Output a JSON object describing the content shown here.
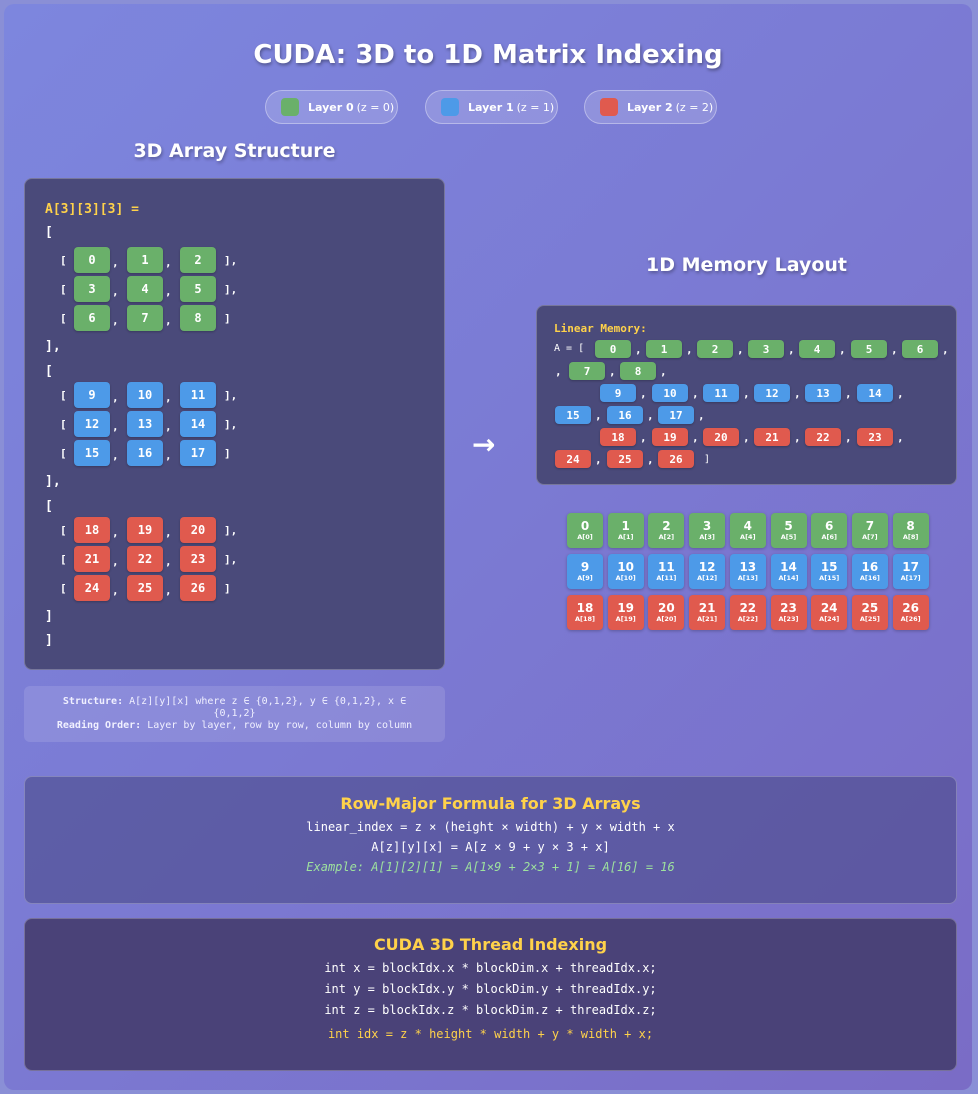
{
  "title": "CUDA: 3D to 1D Matrix Indexing",
  "colors": {
    "layer0": "#6ab06a",
    "layer1": "#4d9ae8",
    "layer2": "#e05a4e",
    "accent": "#ffd24a",
    "example": "#9ee29e"
  },
  "legend": [
    {
      "bold": "Layer 0",
      "rest": "(z = 0)"
    },
    {
      "bold": "Layer 1",
      "rest": "(z = 1)"
    },
    {
      "bold": "Layer 2",
      "rest": "(z = 2)"
    }
  ],
  "array_section": {
    "title": "3D Array Structure",
    "declaration": "A[3][3][3] =",
    "open_bracket": "[",
    "close_bracket": "]",
    "layer_close": "],",
    "row_open": "[",
    "row_close_comma": "],",
    "row_close": "]",
    "sep": ",",
    "layers": [
      [
        [
          0,
          1,
          2
        ],
        [
          3,
          4,
          5
        ],
        [
          6,
          7,
          8
        ]
      ],
      [
        [
          9,
          10,
          11
        ],
        [
          12,
          13,
          14
        ],
        [
          15,
          16,
          17
        ]
      ],
      [
        [
          18,
          19,
          20
        ],
        [
          21,
          22,
          23
        ],
        [
          24,
          25,
          26
        ]
      ]
    ]
  },
  "structure_note": {
    "label1": "Structure:",
    "text1a": "A[z][y][x] where z ∈ {0,1,2}, y ∈ {0,1,2}, x ∈",
    "text1b": "{0,1,2}",
    "label2": "Reading Order:",
    "text2": "Layer by layer, row by row, column by column"
  },
  "arrow": "→",
  "memory_section": {
    "title": "1D Memory Layout",
    "label": "Linear Memory:",
    "prefix": "A = [",
    "suffix": "]",
    "sep": ","
  },
  "grid_prefix": "A[",
  "grid_suffix": "]",
  "formula_box": {
    "title": "Row-Major Formula for 3D Arrays",
    "line1": "linear_index = z × (height × width) + y × width + x",
    "line2": "A[z][y][x] = A[z × 9 + y × 3 + x]",
    "example": "Example: A[1][2][1] = A[1×9 + 2×3 + 1] = A[16] = 16"
  },
  "cuda_box": {
    "title": "CUDA 3D Thread Indexing",
    "line1": "int x = blockIdx.x * blockDim.x + threadIdx.x;",
    "line2": "int y = blockIdx.y * blockDim.y + threadIdx.y;",
    "line3": "int z = blockIdx.z * blockDim.z + threadIdx.z;",
    "line4": "int idx = z * height * width + y * width + x;"
  }
}
